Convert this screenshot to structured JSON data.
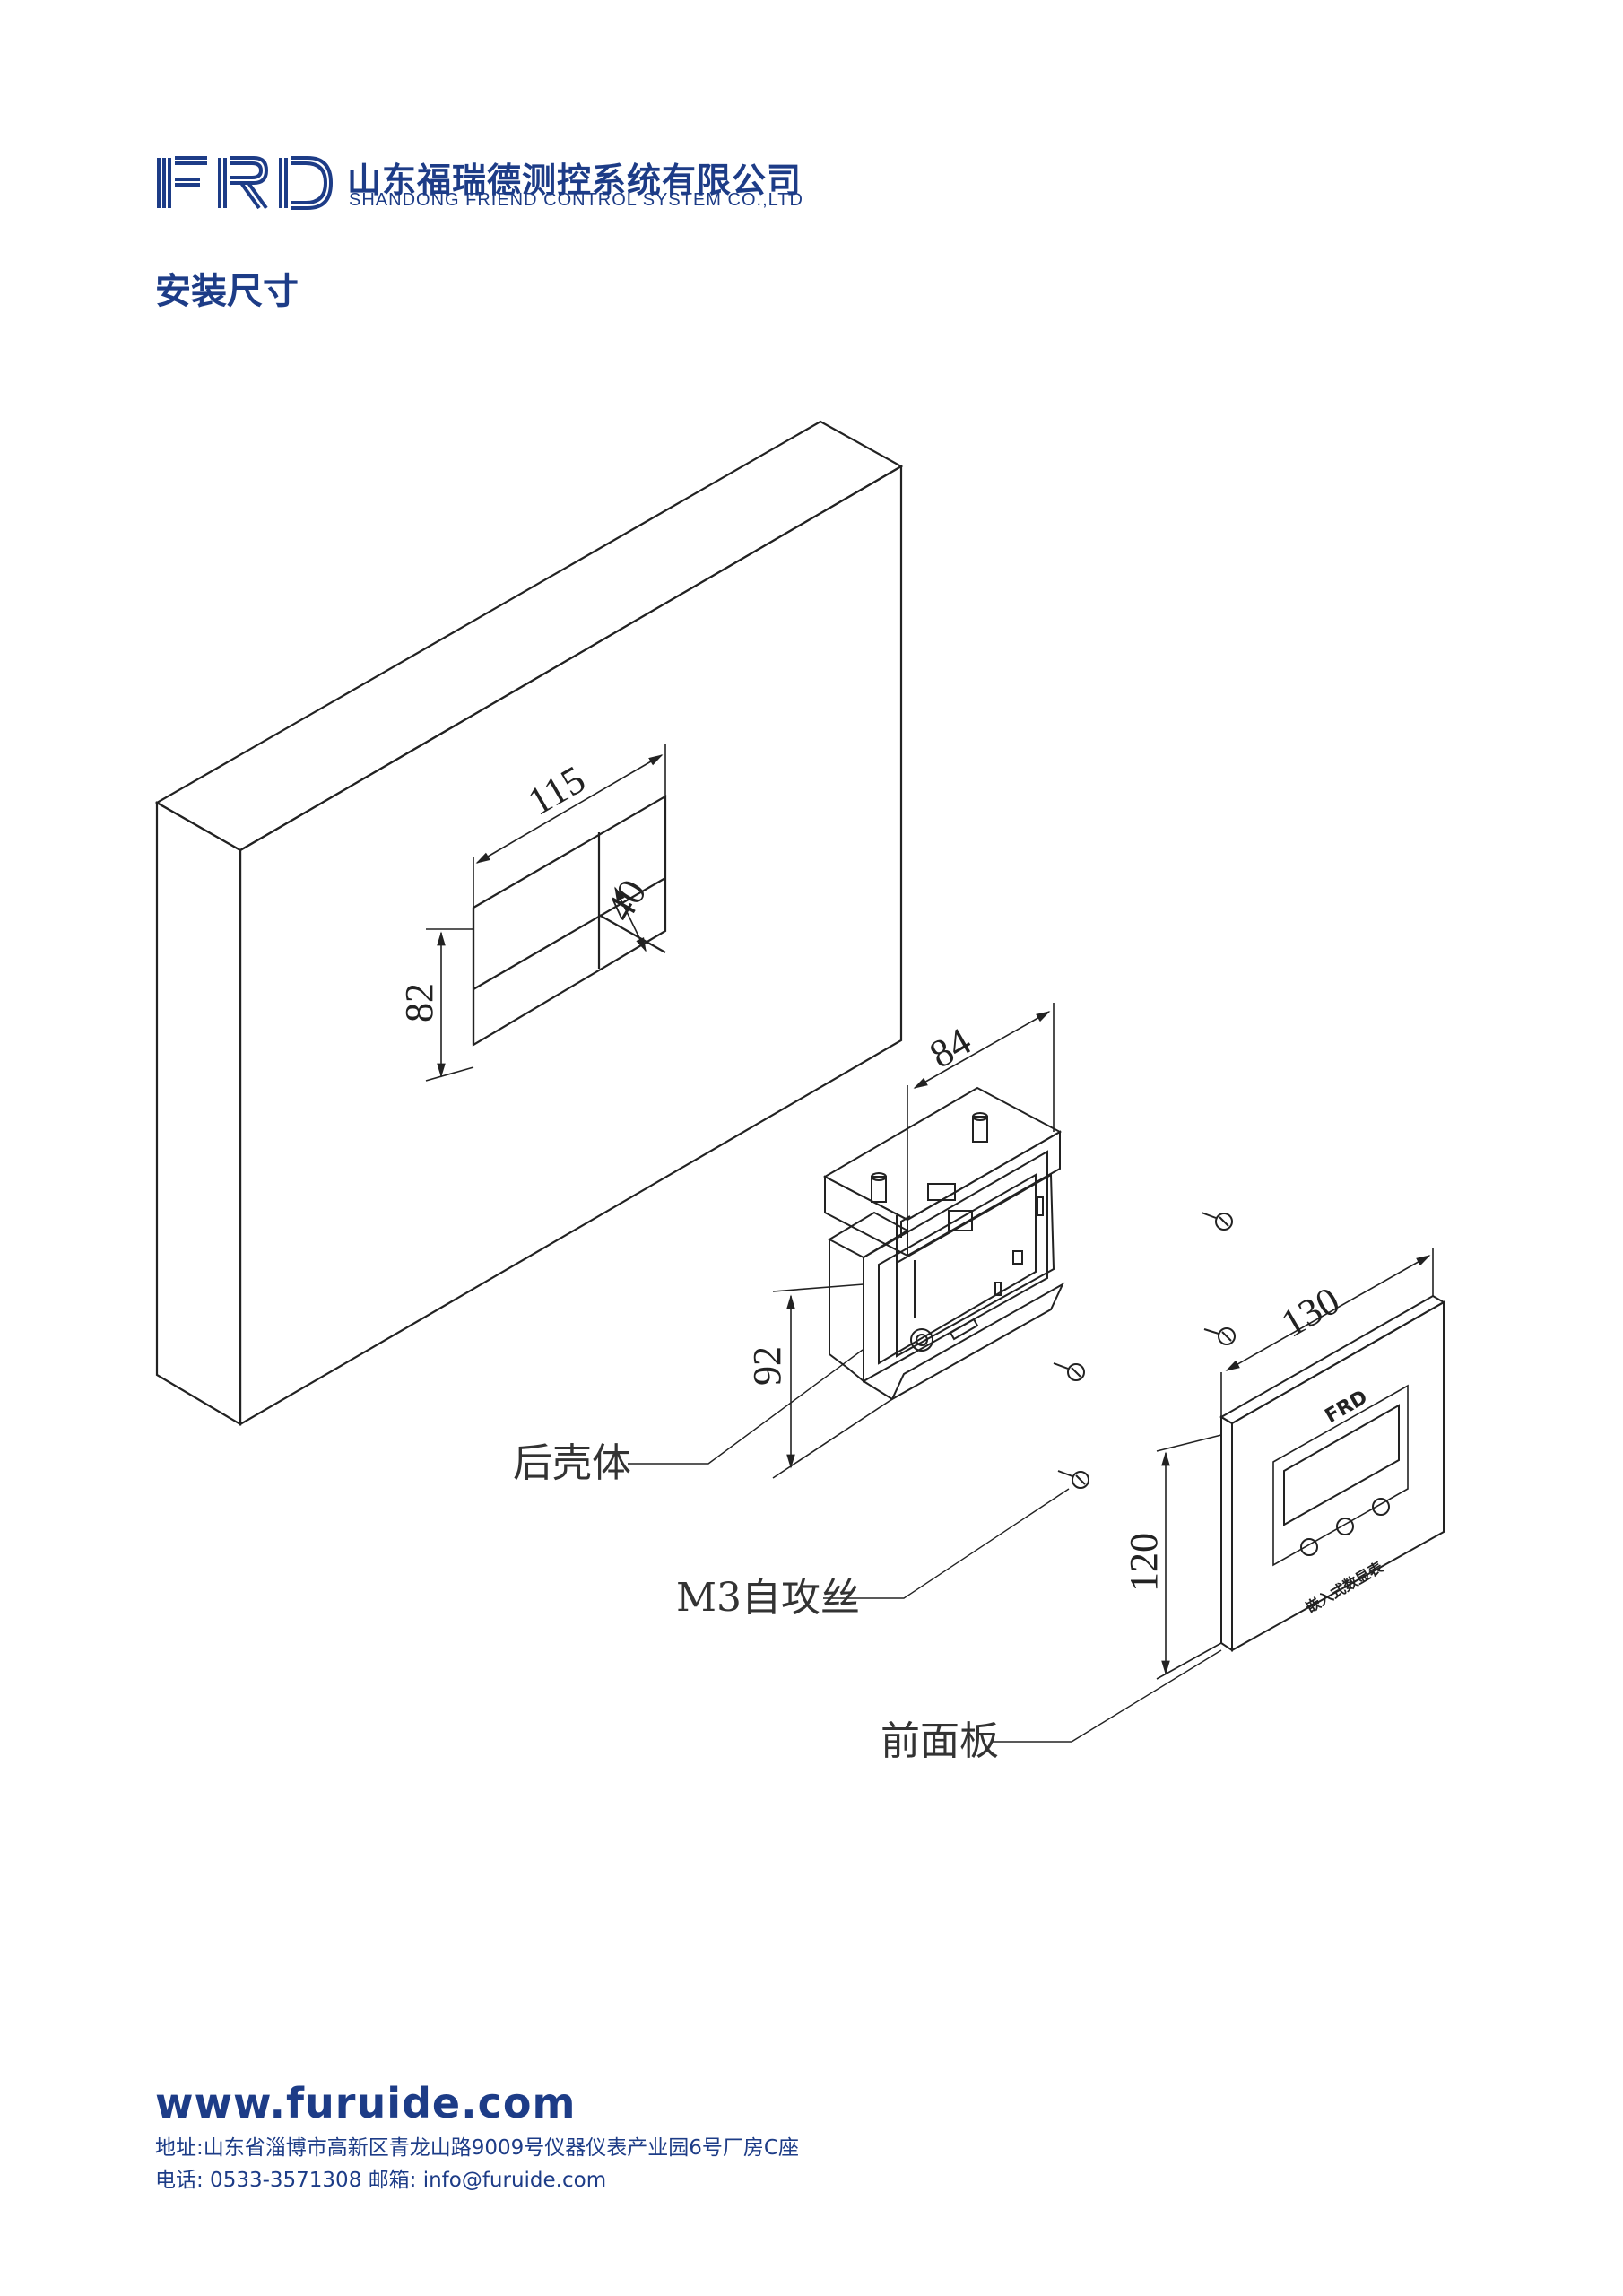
{
  "header": {
    "logo_text": "FRD",
    "company_cn": "山东福瑞德测控系统有限公司",
    "company_en": "SHANDONG FRIEND CONTROL SYSTEM CO.,LTD"
  },
  "section_title": "安装尺寸",
  "drawing": {
    "dimensions": {
      "cutout_width": "115",
      "cutout_depth": "40",
      "cutout_height": "82",
      "rear_depth": "84",
      "rear_height": "92",
      "panel_width": "130",
      "panel_height": "120"
    },
    "callouts": {
      "rear_shell": "后壳体",
      "screw": "M3自攻丝",
      "front_panel": "前面板"
    },
    "panel_logo": "FRD",
    "panel_label": "嵌入式数显表"
  },
  "footer": {
    "url": "www.furuide.com",
    "address": "地址:山东省淄博市高新区青龙山路9009号仪器仪表产业园6号厂房C座",
    "contact": "电话: 0533-3571308 邮箱: info@furuide.com"
  }
}
